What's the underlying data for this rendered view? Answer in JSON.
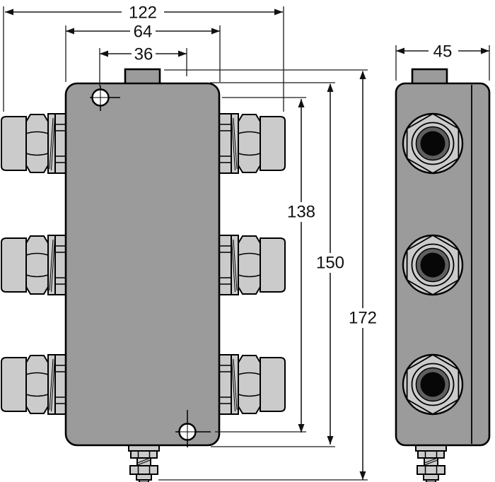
{
  "drawing": {
    "kind": "dimensional-drawing",
    "views": [
      "front",
      "side"
    ]
  },
  "dims": {
    "overall_width": "122",
    "body_width": "64",
    "hole_offset_x": "36",
    "depth": "45",
    "hole_span_y": "138",
    "body_height": "150",
    "overall_height": "172"
  },
  "colors": {
    "background": "#ffffff",
    "housing_gray": "#9b9b9b",
    "fitting_gray": "#cbcbcb",
    "port_ring_dark": "#5f5f5f",
    "port_black": "#070707",
    "outline": "#000000",
    "dimension_line": "#1a1a1a"
  }
}
